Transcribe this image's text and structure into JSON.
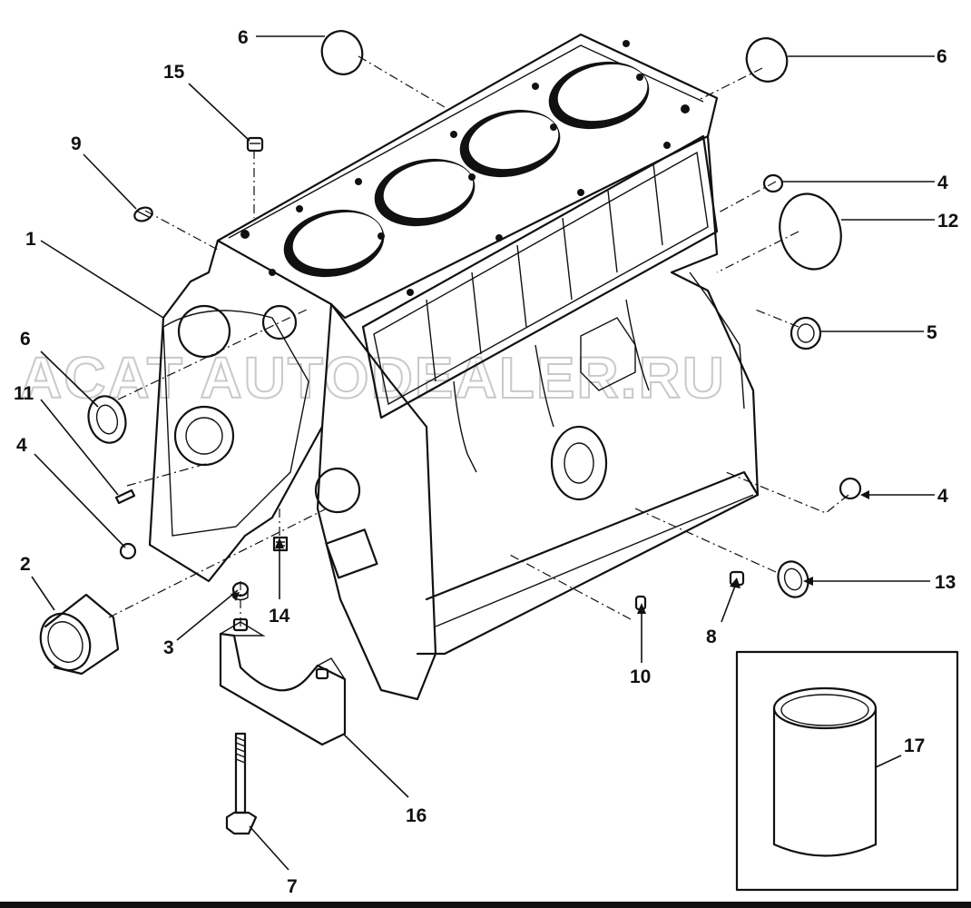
{
  "callouts": {
    "c1": "1",
    "c2": "2",
    "c3": "3",
    "c4a": "4",
    "c4b": "4",
    "c4c": "4",
    "c5": "5",
    "c6a": "6",
    "c6b": "6",
    "c6c": "6",
    "c7": "7",
    "c8": "8",
    "c9": "9",
    "c10": "10",
    "c11": "11",
    "c12": "12",
    "c13": "13",
    "c14": "14",
    "c15": "15",
    "c16": "16",
    "c17": "17"
  },
  "watermark": "ACAT AUTODEALER.RU"
}
